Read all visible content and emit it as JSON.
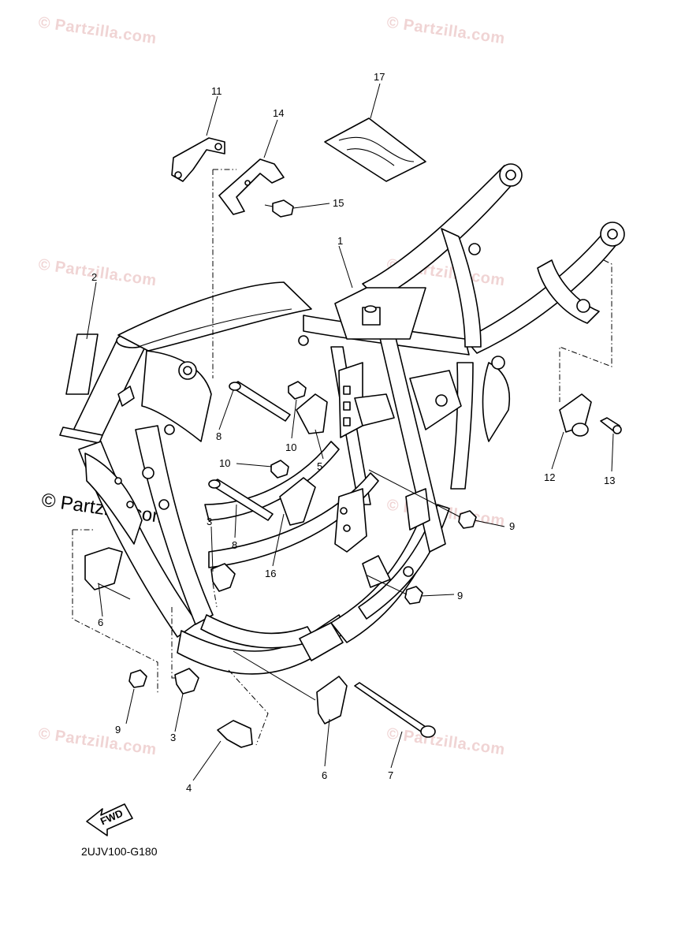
{
  "watermark": {
    "small": "© Partzilla.com",
    "main": "© Partzilla.com"
  },
  "diagram_code": "2UJV100-G180",
  "fwd_label": "FWD",
  "callouts": [
    "1",
    "2",
    "3",
    "3",
    "4",
    "5",
    "6",
    "6",
    "7",
    "8",
    "8",
    "9",
    "9",
    "9",
    "10",
    "10",
    "11",
    "12",
    "13",
    "14",
    "15",
    "16",
    "17"
  ],
  "colors": {
    "line": "#000000",
    "watermark": "#f0d4d4",
    "background": "#ffffff"
  }
}
